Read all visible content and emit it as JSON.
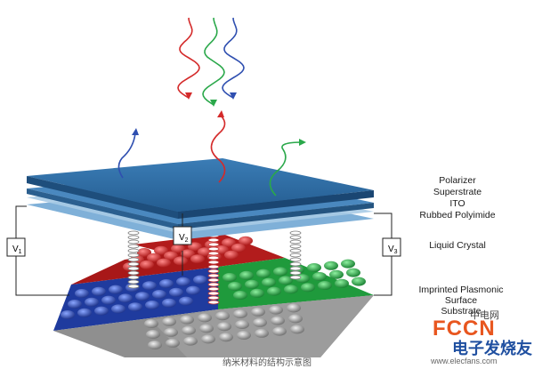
{
  "layers": [
    {
      "id": "polarizer",
      "label": "Polarizer"
    },
    {
      "id": "superstrate",
      "label": "Superstrate"
    },
    {
      "id": "ito",
      "label": "ITO"
    },
    {
      "id": "polyimide",
      "label": "Rubbed Polyimide"
    },
    {
      "id": "liquid_crystal",
      "label": "Liquid Crystal"
    },
    {
      "id": "plasmonic1",
      "label": "Imprinted Plasmonic"
    },
    {
      "id": "plasmonic2",
      "label": "Surface"
    },
    {
      "id": "substrate",
      "label": "Substrate"
    }
  ],
  "voltages": [
    {
      "id": "v1",
      "symbol": "V",
      "subscript": "1"
    },
    {
      "id": "v2",
      "symbol": "V",
      "subscript": "2"
    },
    {
      "id": "v3",
      "symbol": "V",
      "subscript": "3"
    }
  ],
  "caption": "纳米材料的结构示意图",
  "watermark": {
    "top_text": "中电网",
    "logo_text": "FCCN",
    "sub_text": "电子发烧友",
    "url": "www.elecfans.com"
  },
  "colors": {
    "red": "#d42a2a",
    "green": "#2aa84a",
    "blue": "#2f4fb0",
    "gray": "#9a9a9a",
    "plate": "#2f6fa6",
    "plate_light": "#6fa4cf"
  }
}
